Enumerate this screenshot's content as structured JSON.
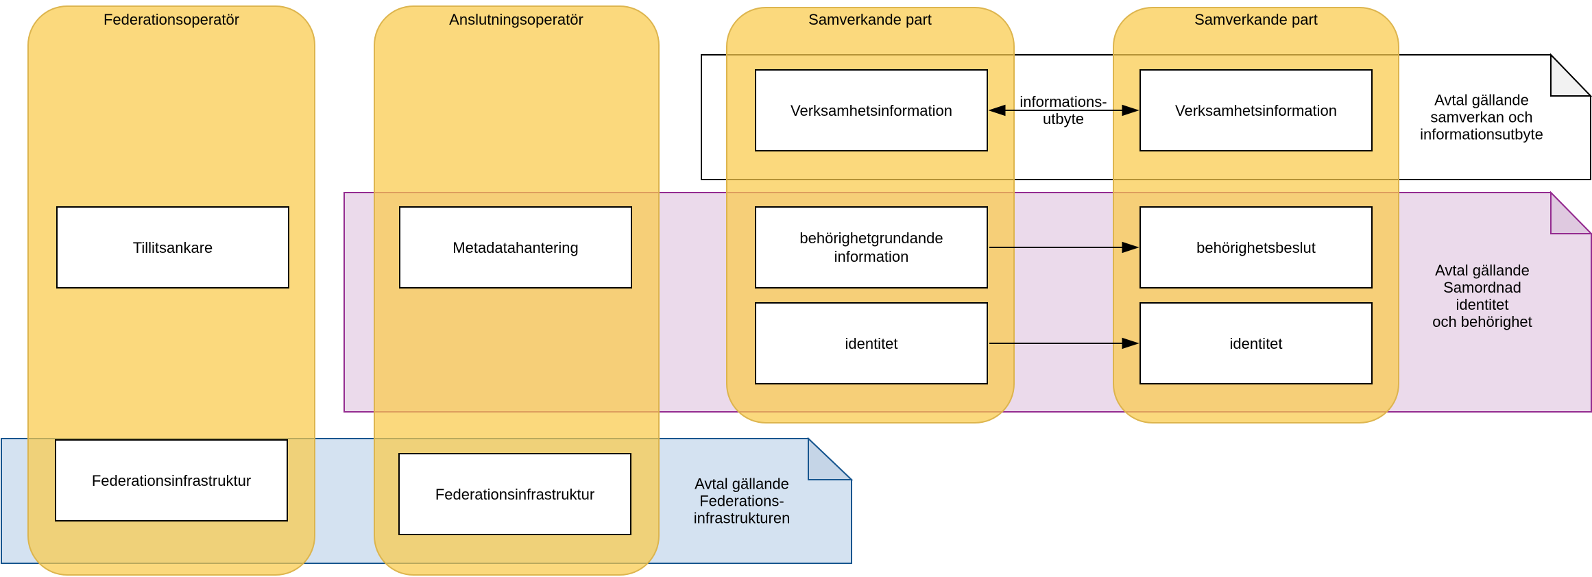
{
  "containers": [
    {
      "title": "Federationsoperatör"
    },
    {
      "title": "Anslutningsoperatör"
    },
    {
      "title": "Samverkande part"
    },
    {
      "title": "Samverkande part"
    }
  ],
  "boxes": [
    {
      "label": "Tillitsankare"
    },
    {
      "label": "Metadatahantering"
    },
    {
      "label": "Federationsinfrastruktur"
    },
    {
      "label": "Federationsinfrastruktur"
    },
    {
      "label": "Verksamhetsinformation"
    },
    {
      "label": "Verksamhetsinformation"
    },
    {
      "label": "behörighetgrundande information"
    },
    {
      "label": "behörighetsbeslut"
    },
    {
      "label": "identitet"
    },
    {
      "label": "identitet"
    }
  ],
  "notes": [
    {
      "name": "avtal-samverkan-informationsutbyte",
      "text": "Avtal gällande\nsamverkan och\ninformationsutbyte"
    },
    {
      "name": "avtal-samordnad-identitet-behorighet",
      "text": "Avtal gällande\nSamordnad identitet\noch behörighet"
    },
    {
      "name": "avtal-federationsinfrastrukturen",
      "text": "Avtal gällande\nFederations-\ninfrastrukturen"
    }
  ],
  "arrow_label": {
    "text": "informations-\nutbyte"
  },
  "colors": {
    "container_fill": "rgba(249,203,75,0.72)",
    "container_border": "rgba(217,177,73,0.9)",
    "note_white_fill": "#ffffff",
    "note_white_border": "#000000",
    "note_white_fold": "#f2f2f2",
    "note_purple_fill": "#ebdaeb",
    "note_purple_border": "#942b90",
    "note_purple_fold": "#dfc9e0",
    "note_blue_fill": "#d4e2f1",
    "note_blue_border": "#17568f",
    "note_blue_fold": "#c5d5e7",
    "box_fill": "#ffffff",
    "box_border": "#000000",
    "arrow_color": "#000000"
  }
}
